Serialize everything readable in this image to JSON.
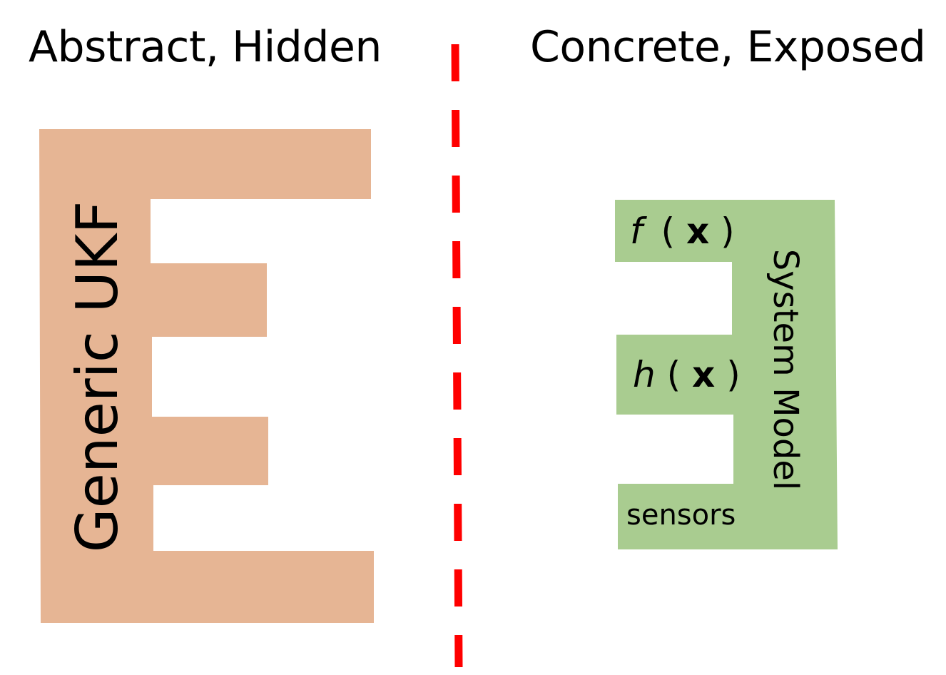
{
  "headings": {
    "left": "Abstract, Hidden",
    "right": "Concrete, Exposed"
  },
  "left_block": {
    "label": "Generic UKF",
    "color": "#e6b594"
  },
  "right_block": {
    "label": "System Model",
    "color": "#a9cc90",
    "slots": {
      "f": {
        "fn": "f",
        "arg": "x"
      },
      "h": {
        "fn": "h",
        "arg": "x"
      },
      "sensors": "sensors"
    }
  },
  "divider": {
    "color": "#ff0000",
    "style": "dashed"
  }
}
